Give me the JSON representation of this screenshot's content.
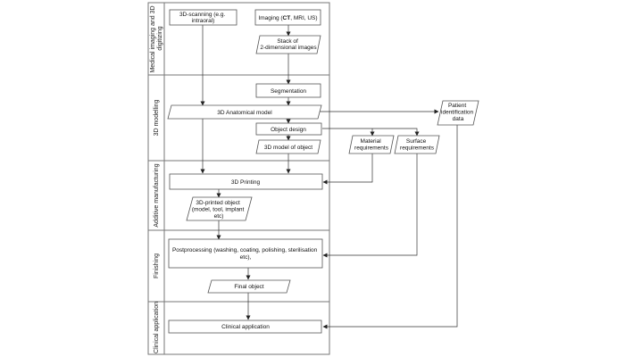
{
  "lanes": [
    {
      "id": "lane1",
      "label_lines": [
        "Medical imaging and 3D",
        "digitizing"
      ]
    },
    {
      "id": "lane2",
      "label_lines": [
        "3D modelling"
      ]
    },
    {
      "id": "lane3",
      "label_lines": [
        "Additive manufacturing"
      ]
    },
    {
      "id": "lane4",
      "label_lines": [
        "Finishing"
      ]
    },
    {
      "id": "lane5",
      "label_lines": [
        "Clinical application"
      ]
    }
  ],
  "nodes": {
    "scanning": {
      "shape": "rect",
      "lines": [
        "3D-scanning (e.g.",
        "intraoral)"
      ]
    },
    "imaging": {
      "shape": "rect",
      "lines": [
        "Imaging (CT, MRI, US)"
      ],
      "bold_word": "CT"
    },
    "stack": {
      "shape": "parallelogram",
      "lines": [
        "Stack of",
        "2-dimensional images"
      ]
    },
    "segmentation": {
      "shape": "rect",
      "lines": [
        "Segmentation"
      ]
    },
    "anatomical": {
      "shape": "parallelogram",
      "lines": [
        "3D Anatomical model"
      ]
    },
    "object_design": {
      "shape": "rect",
      "lines": [
        "Object design"
      ]
    },
    "model_object": {
      "shape": "parallelogram",
      "lines": [
        "3D model of object"
      ]
    },
    "patient_data": {
      "shape": "parallelogram",
      "lines": [
        "Patient",
        "identification",
        "data"
      ]
    },
    "material": {
      "shape": "parallelogram",
      "lines": [
        "Material",
        "requirements"
      ]
    },
    "surface": {
      "shape": "parallelogram",
      "lines": [
        "Surface",
        "requirements"
      ]
    },
    "printing": {
      "shape": "rect",
      "lines": [
        "3D Printing"
      ]
    },
    "printed_object": {
      "shape": "parallelogram",
      "lines": [
        "3D-printed object",
        "(model, tool, implant",
        "etc)"
      ]
    },
    "postprocessing": {
      "shape": "rect",
      "lines": [
        "Postprocessing (washing, coating, polishing, sterilisation",
        "etc),"
      ]
    },
    "final_object": {
      "shape": "parallelogram",
      "lines": [
        "Final object"
      ]
    },
    "clinical": {
      "shape": "rect",
      "lines": [
        "Clinical application"
      ]
    }
  },
  "edges": [
    {
      "from": "imaging",
      "to": "stack"
    },
    {
      "from": "stack",
      "to": "segmentation"
    },
    {
      "from": "segmentation",
      "to": "anatomical"
    },
    {
      "from": "scanning",
      "to": "anatomical"
    },
    {
      "from": "anatomical",
      "to": "object_design"
    },
    {
      "from": "anatomical",
      "to": "patient_data"
    },
    {
      "from": "object_design",
      "to": "model_object"
    },
    {
      "from": "object_design",
      "to": "material"
    },
    {
      "from": "object_design",
      "to": "surface"
    },
    {
      "from": "anatomical",
      "to": "printing"
    },
    {
      "from": "model_object",
      "to": "printing"
    },
    {
      "from": "material",
      "to": "printing"
    },
    {
      "from": "printing",
      "to": "printed_object"
    },
    {
      "from": "printed_object",
      "to": "postprocessing"
    },
    {
      "from": "surface",
      "to": "postprocessing"
    },
    {
      "from": "postprocessing",
      "to": "final_object"
    },
    {
      "from": "final_object",
      "to": "clinical"
    },
    {
      "from": "patient_data",
      "to": "clinical"
    }
  ]
}
